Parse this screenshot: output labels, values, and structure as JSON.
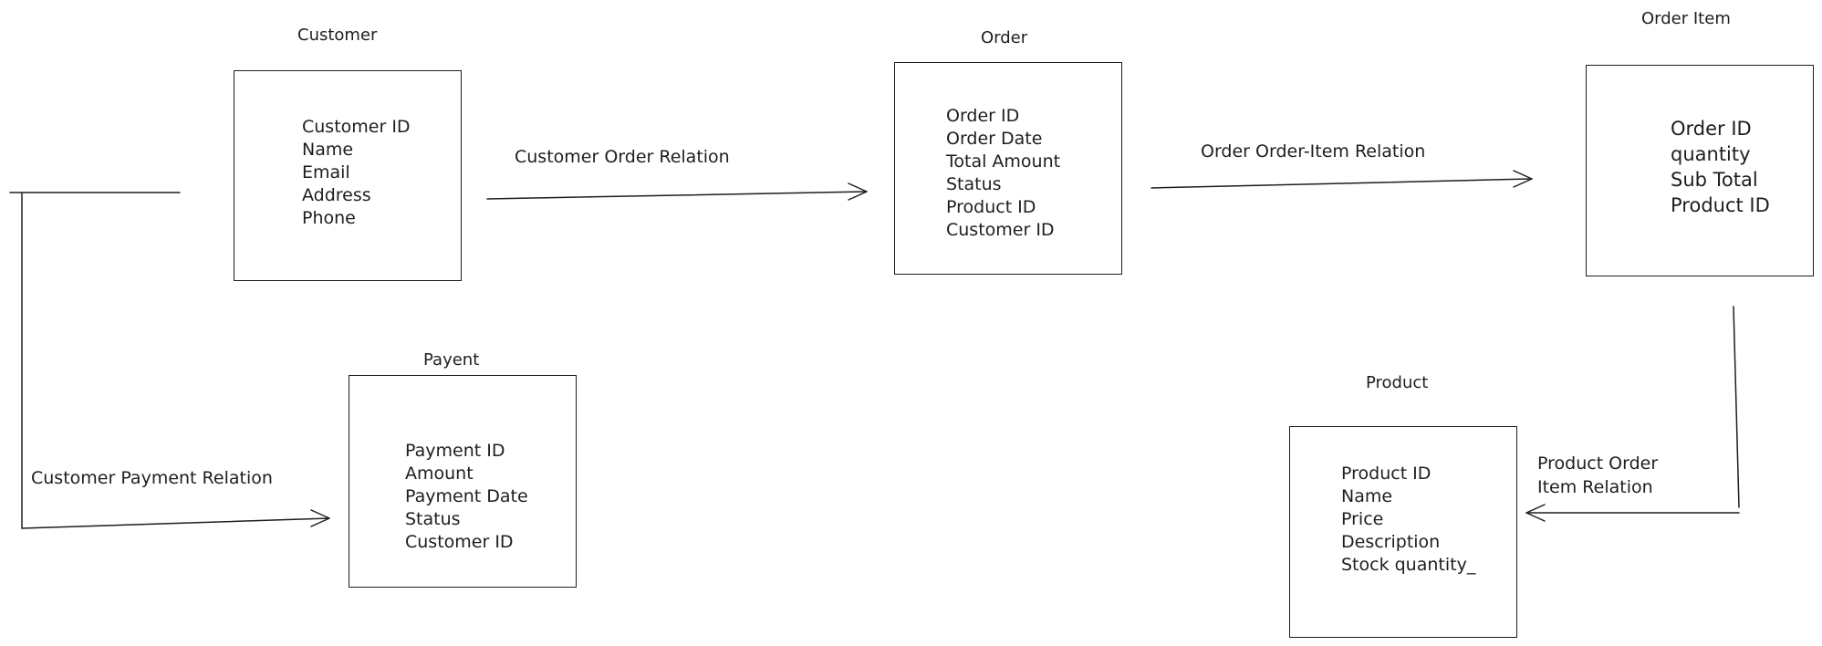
{
  "diagram": {
    "entities": {
      "customer": {
        "title": "Customer",
        "fields": [
          "Customer ID",
          "Name",
          "Email",
          "Address",
          "Phone"
        ]
      },
      "order": {
        "title": "Order",
        "fields": [
          "Order ID",
          "Order Date",
          "Total Amount",
          "Status",
          "Product ID",
          "Customer ID"
        ]
      },
      "order_item": {
        "title": "Order Item",
        "fields": [
          "Order ID",
          "quantity",
          "Sub Total",
          "Product ID"
        ]
      },
      "payment": {
        "title": "Payent",
        "fields": [
          "Payment ID",
          "Amount",
          "Payment Date",
          "Status",
          "Customer ID"
        ]
      },
      "product": {
        "title": "Product",
        "fields": [
          "Product ID",
          "Name",
          "Price",
          "Description",
          "Stock quantity_"
        ]
      }
    },
    "relations": {
      "customer_order": "Customer Order Relation",
      "order_order_item": "Order Order-Item Relation",
      "customer_payment": "Customer Payment Relation",
      "product_order_item_line1": "Product Order",
      "product_order_item_line2": "Item Relation"
    },
    "colors": {
      "stroke": "#1e1e1e",
      "background": "#ffffff"
    }
  }
}
